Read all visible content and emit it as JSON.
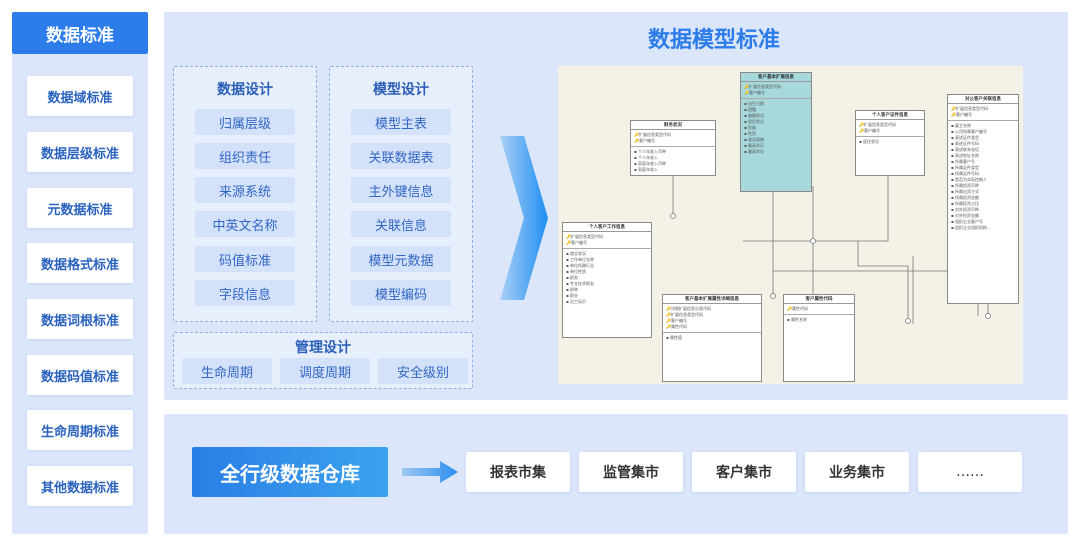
{
  "left_panel": {
    "title": "数据标准",
    "items": [
      "数据域标准",
      "数据层级标准",
      "元数据标准",
      "数据格式标准",
      "数据词根标准",
      "数据码值标准",
      "生命周期标准",
      "其他数据标准"
    ]
  },
  "main": {
    "title": "数据模型标准",
    "data_design": {
      "title": "数据设计",
      "items": [
        "归属层级",
        "组织责任",
        "来源系统",
        "中英文名称",
        "码值标准",
        "字段信息"
      ]
    },
    "model_design": {
      "title": "模型设计",
      "items": [
        "模型主表",
        "关联数据表",
        "主外键信息",
        "关联信息",
        "模型元数据",
        "模型编码"
      ]
    },
    "mgmt_design": {
      "title": "管理设计",
      "items": [
        "生命周期",
        "调度周期",
        "安全级别"
      ]
    }
  },
  "er_diagram": {
    "entities": [
      {
        "title": "客户基本扩展信息",
        "keys": [
          "扩展信息类型代码",
          "客户编号"
        ],
        "fields": [
          "出生日期",
          "国籍",
          "婚姻状况",
          "居民状况",
          "民族",
          "性别",
          "政治面貌",
          "最高学历",
          "最高学位"
        ],
        "teal": true
      },
      {
        "title": "财务状况",
        "keys": [
          "扩展信息类型代码",
          "客户编号"
        ],
        "fields": [
          "个人年收入币种",
          "个人年收入",
          "家庭年收入币种",
          "家庭年收入"
        ]
      },
      {
        "title": "个人客户证件信息",
        "keys": [
          "扩展信息类型代码",
          "客户编号"
        ],
        "fields": [
          "居住状况"
        ]
      },
      {
        "title": "对公客户关联信息",
        "keys": [
          "扩展信息类型代码",
          "客户编号"
        ],
        "fields": [
          "雇主名称",
          "公司所属客户编号",
          "表述证件类型",
          "表述证件号码",
          "表述联系电话",
          "表述地址名称",
          "所属客户号",
          "所属证件类型",
          "所属证件号码",
          "是否为实际控制人",
          "所属投资币种",
          "所属出资方式",
          "所属投资金额",
          "所属投资占比",
          "对外投资币种",
          "对外投资金额",
          "组织企业客户号",
          "组织企业组织机构..."
        ]
      },
      {
        "title": "个人客户工作信息",
        "keys": [
          "扩展信息类型代码",
          "客户编号"
        ],
        "fields": [
          "就业状况",
          "工作单位名称",
          "单位所属行业",
          "单位性质",
          "职务",
          "专业技术职务",
          "职称",
          "职业",
          "员工标识"
        ]
      },
      {
        "title": "客户基本扩展属性详细信息",
        "keys": [
          "详细扩展信息分类代码",
          "扩展信息类型代码",
          "客户编号",
          "属性代码"
        ],
        "fields": [
          "属性值"
        ]
      },
      {
        "title": "客户属性代码",
        "keys": [
          "属性代码"
        ],
        "fields": [
          "属性名称"
        ]
      }
    ]
  },
  "bottom": {
    "warehouse": "全行级数据仓库",
    "marts": [
      "报表市集",
      "监管集市",
      "客户集市",
      "业务集市",
      "……"
    ]
  },
  "colors": {
    "accent": "#2c7de9",
    "panel_bg": "#dbe6fb",
    "chip_bg": "#d3e1fa",
    "diagram_bg": "#f4f1e6",
    "teal_entity": "#a6d8dc"
  }
}
